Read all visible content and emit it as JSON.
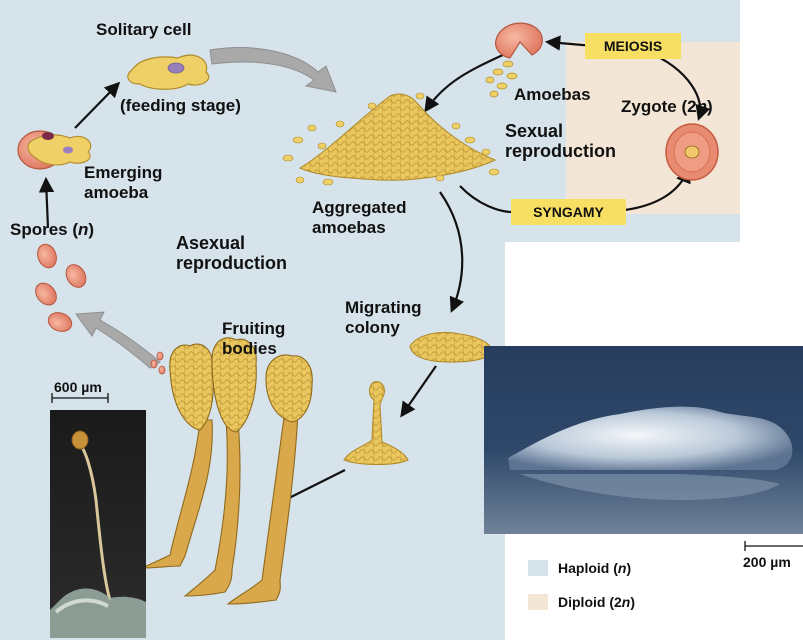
{
  "labels": {
    "solitary_cell": "Solitary cell",
    "feeding_stage": "(feeding stage)",
    "amoebas": "Amoebas",
    "zygote_prefix": "Zygote (2",
    "zygote_n": "n",
    "zygote_suffix": ")",
    "sexual_1": "Sexual",
    "sexual_2": "reproduction",
    "emerging_1": "Emerging",
    "emerging_2": "amoeba",
    "spores_prefix": "Spores (",
    "spores_n": "n",
    "spores_suffix": ")",
    "aggregated_1": "Aggregated",
    "aggregated_2": "amoebas",
    "asexual_1": "Asexual",
    "asexual_2": "reproduction",
    "migrating_1": "Migrating",
    "migrating_2": "colony",
    "fruiting_1": "Fruiting",
    "fruiting_2": "bodies",
    "scale_600": "600 µm",
    "scale_200": "200 µm"
  },
  "boxes": {
    "meiosis": "MEIOSIS",
    "syngamy": "SYNGAMY"
  },
  "legend": {
    "haploid_prefix": "Haploid (",
    "haploid_n": "n",
    "haploid_suffix": ")",
    "diploid_prefix": "Diploid (2",
    "diploid_n": "n",
    "diploid_suffix": ")"
  },
  "colors": {
    "haploid": "#d6e3ea",
    "diploid": "#f3e6d6",
    "box": "#f6df63",
    "cell": "#e8c25a",
    "spore": "#e98a72"
  }
}
